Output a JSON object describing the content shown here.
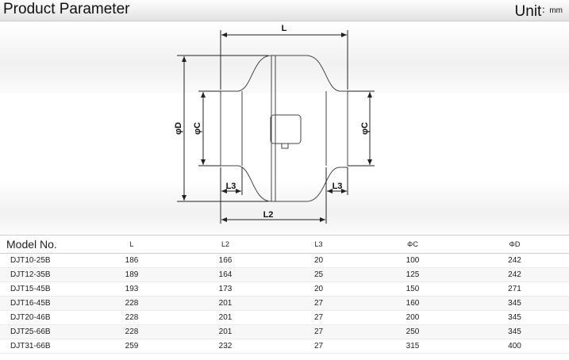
{
  "header": {
    "title": "Product Parameter",
    "unit_label": "Unit",
    "unit_value": "：mm"
  },
  "diagram": {
    "labels": {
      "L": "L",
      "L2": "L2",
      "L3_left": "L3",
      "L3_right": "L3",
      "phiD": "φD",
      "phiC_left": "φC",
      "phiC_right": "φC"
    }
  },
  "table": {
    "columns": [
      "Model No.",
      "L",
      "L2",
      "L3",
      "ΦC",
      "ΦD"
    ],
    "rows": [
      [
        "DJT10-25B",
        "186",
        "166",
        "20",
        "100",
        "242"
      ],
      [
        "DJT12-35B",
        "189",
        "164",
        "25",
        "125",
        "242"
      ],
      [
        "DJT15-45B",
        "193",
        "173",
        "20",
        "150",
        "271"
      ],
      [
        "DJT16-45B",
        "228",
        "201",
        "27",
        "160",
        "345"
      ],
      [
        "DJT20-46B",
        "228",
        "201",
        "27",
        "200",
        "345"
      ],
      [
        "DJT25-66B",
        "228",
        "201",
        "27",
        "250",
        "345"
      ],
      [
        "DJT31-66B",
        "259",
        "232",
        "27",
        "315",
        "400"
      ]
    ]
  }
}
